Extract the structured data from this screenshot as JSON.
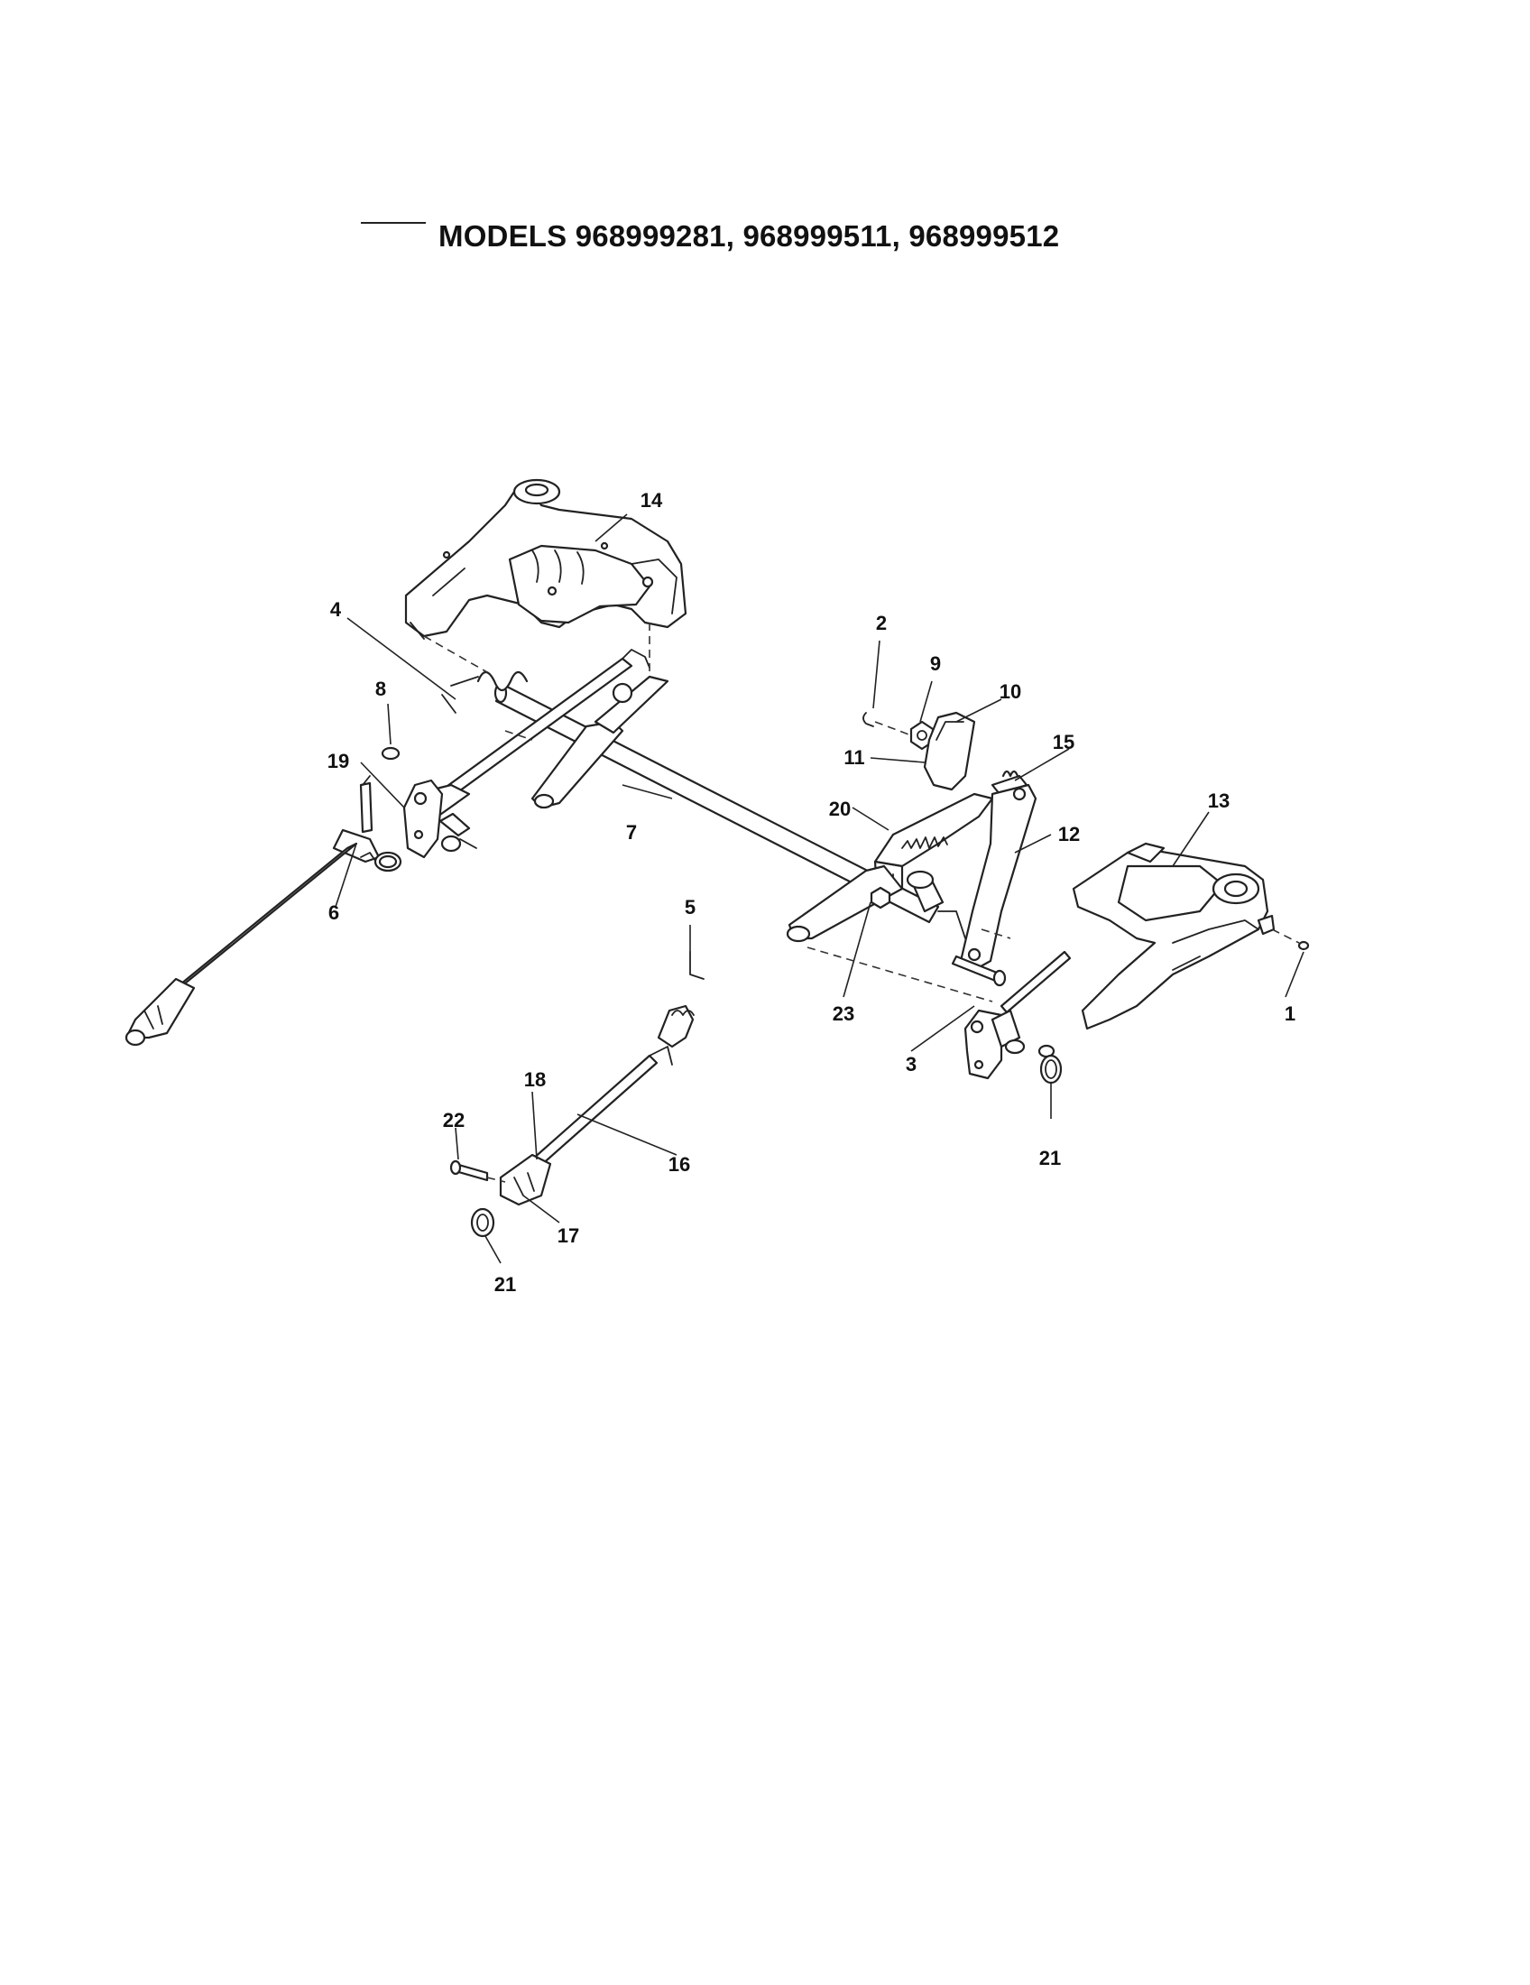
{
  "title": "MODELS 968999281, 968999511, 968999512",
  "callouts": {
    "c1": "1",
    "c2": "2",
    "c3": "3",
    "c4": "4",
    "c5": "5",
    "c6": "6",
    "c7": "7",
    "c8": "8",
    "c9": "9",
    "c10": "10",
    "c11": "11",
    "c12": "12",
    "c13": "13",
    "c14": "14",
    "c15": "15",
    "c16": "16",
    "c17": "17",
    "c18": "18",
    "c19": "19",
    "c20": "20",
    "c21a": "21",
    "c21b": "21",
    "c22": "22",
    "c23": "23"
  }
}
